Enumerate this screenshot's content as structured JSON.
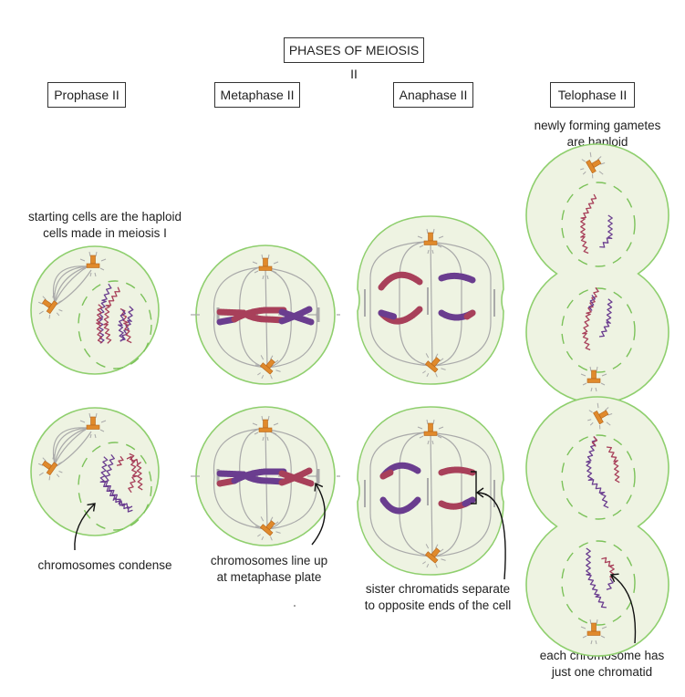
{
  "title": "PHASES OF MEIOSIS II",
  "phases": [
    {
      "label": "Prophase II"
    },
    {
      "label": "Metaphase II"
    },
    {
      "label": "Anaphase II"
    },
    {
      "label": "Telophase II"
    }
  ],
  "captions": {
    "prophase_top": [
      "starting cells are the haploid",
      "cells made in meiosis I"
    ],
    "prophase_bottom": "chromosomes condense",
    "metaphase_bottom": [
      "chromosomes line up",
      "at metaphase plate"
    ],
    "anaphase_bottom": [
      "sister chromatids separate",
      "to opposite ends of the cell"
    ],
    "telophase_top": [
      "newly forming gametes",
      "are haploid"
    ],
    "telophase_bottom": [
      "each chromosome has",
      "just one chromatid"
    ]
  },
  "colors": {
    "cell_fill": "#eef3e2",
    "cell_border": "#8fcf6e",
    "nuclear_envelope": "#7cc25a",
    "spindle": "#aaaaaa",
    "centrosome": "#e08a2c",
    "chromosome_red": "#a8405a",
    "chromosome_purple": "#6a3d8f",
    "text": "#222222"
  }
}
